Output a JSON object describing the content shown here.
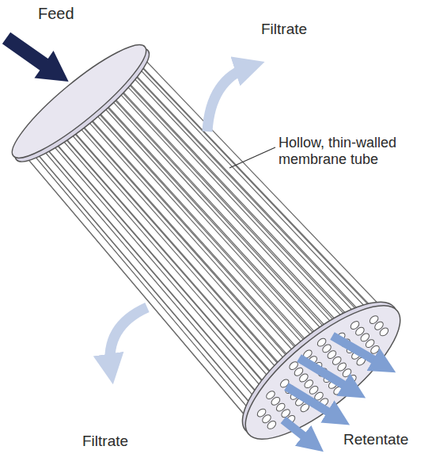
{
  "diagram": {
    "labels": [
      "Feed",
      "Filtrate",
      "Hollow, thin-walled membrane tube",
      "Filtrate",
      "Retentate"
    ]
  }
}
